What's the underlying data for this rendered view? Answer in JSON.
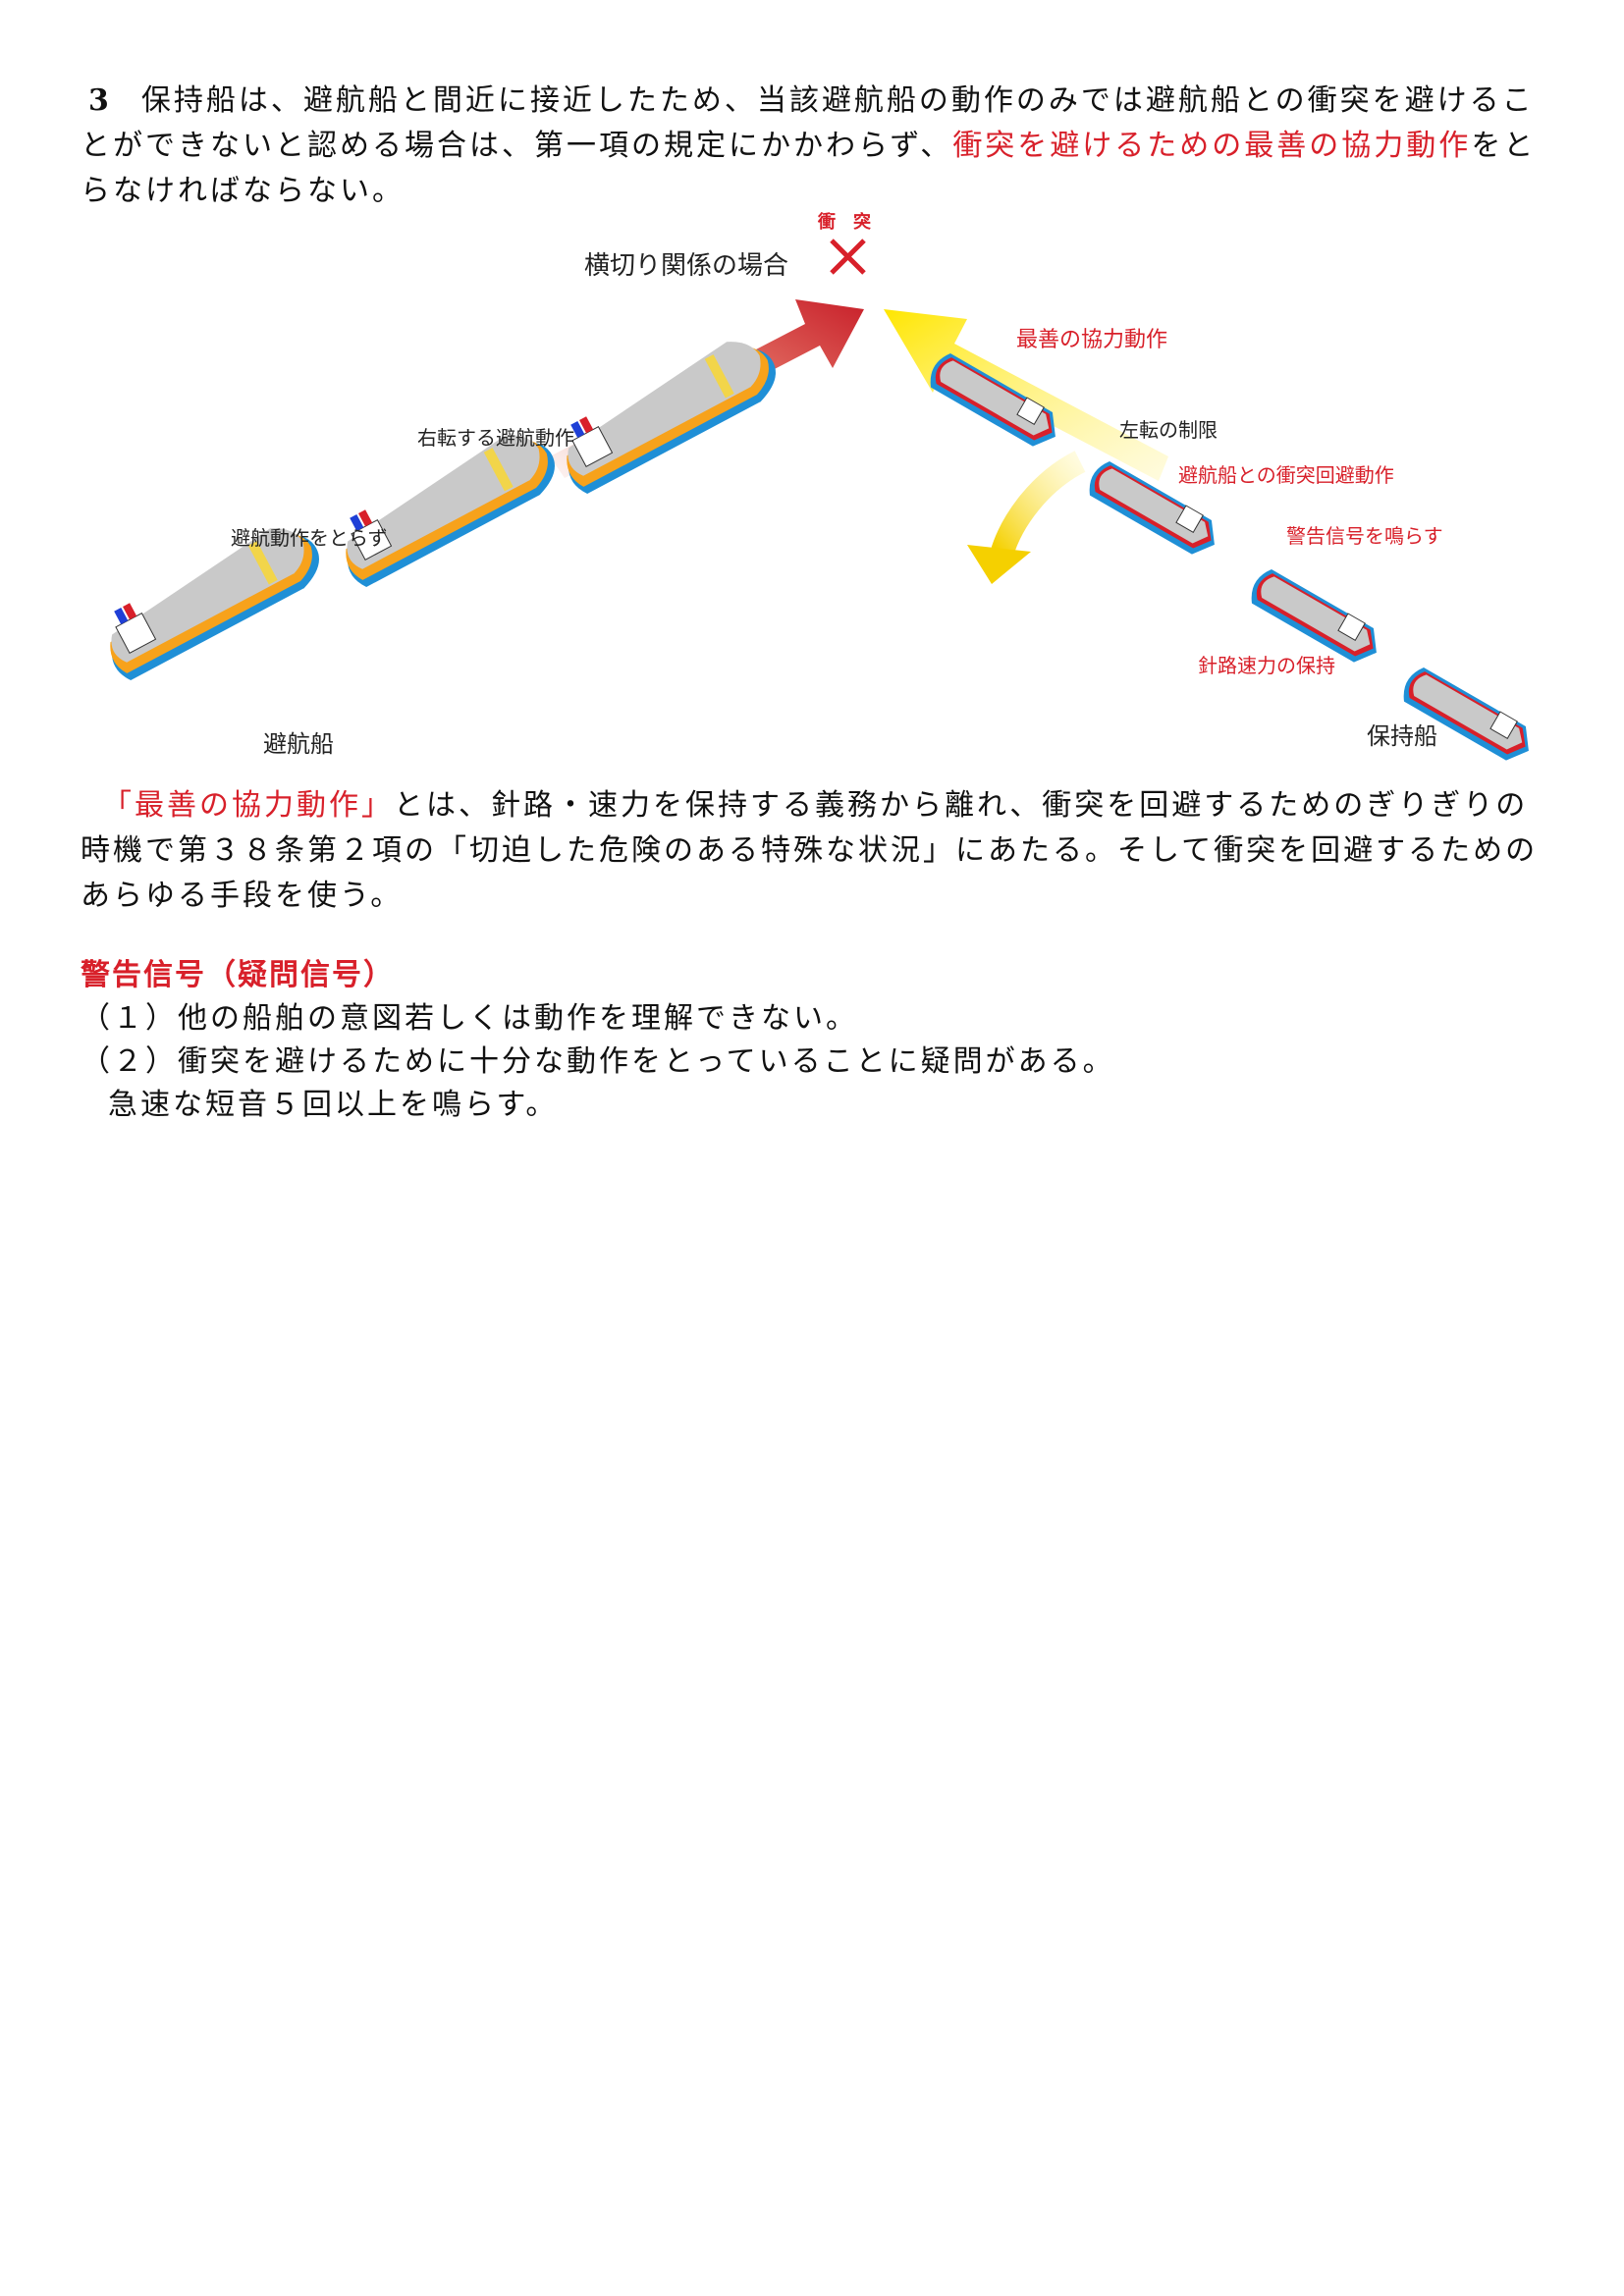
{
  "rule3": {
    "num": "3",
    "pre": "保持船は、避航船と間近に接近したため、当該避航船の動作のみでは避航船との衝突を避けることができないと認める場合は、第一項の規定にかかわらず、",
    "highlight": "衝突を避けるための最善の協力動作",
    "post": "をとらなければならない。"
  },
  "diagram": {
    "title": "横切り関係の場合",
    "collision": "衝　突",
    "labels": {
      "best_action": "最善の協力動作",
      "port_limit": "左転の制限",
      "avoid_action": "避航船との衝突回避動作",
      "warning": "警告信号を鳴らす",
      "keep_course": "針路速力の保持",
      "stand_on": "保持船",
      "starboard_turn": "右転する避航動作",
      "no_action": "避航動作をとらず",
      "give_way": "避航船"
    },
    "colors": {
      "red": "#d8202a",
      "yellow": "#ffe600",
      "hull_blue": "#1f8fd6",
      "hull_orange": "#f7a21b"
    }
  },
  "explain": {
    "highlight": "「最善の協力動作」",
    "text": "とは、針路・速力を保持する義務から離れ、衝突を回避するためのぎりぎりの時機で第３８条第２項の「切迫した危険のある特殊な状況」にあたる。そして衝突を回避するためのあらゆる手段を使う。"
  },
  "warning_signal": {
    "heading": "警告信号（疑問信号）",
    "items": [
      "（１）他の船舶の意図若しくは動作を理解できない。",
      "（２）衝突を避けるために十分な動作をとっていることに疑問がある。"
    ],
    "note": "急速な短音５回以上を鳴らす。"
  }
}
